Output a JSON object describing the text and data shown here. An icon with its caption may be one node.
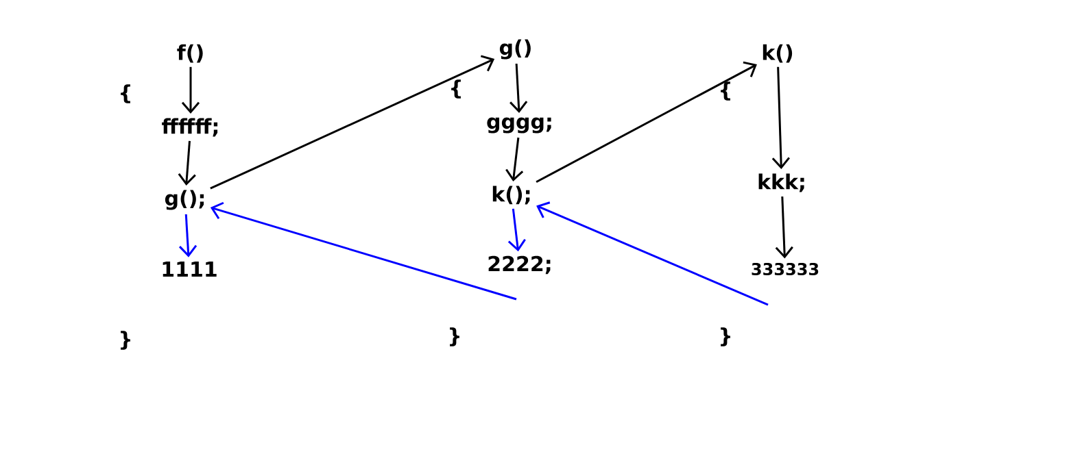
{
  "diagram": {
    "nodes": [
      {
        "text": [
          "f()"
        ]
      },
      {
        "text": [
          "ffffff;"
        ]
      },
      {
        "text": [
          "g();"
        ]
      },
      {
        "text": [
          "1111"
        ]
      },
      {
        "text": [
          "g()"
        ]
      },
      {
        "text": [
          "gggg;"
        ]
      },
      {
        "text": [
          "k();"
        ]
      },
      {
        "text": [
          "2222;"
        ]
      },
      {
        "text": [
          "k()"
        ]
      },
      {
        "text": [
          "kkk;"
        ]
      },
      {
        "text": [
          "333333"
        ]
      }
    ],
    "edges": [
      {
        "from": 0,
        "to": 1,
        "arrow": "to"
      },
      {
        "from": 1,
        "to": 2,
        "arrow": "to"
      },
      {
        "from": 2,
        "to": 4,
        "arrow": "to"
      },
      {
        "from": 2,
        "to": 3,
        "arrow": "to",
        "color": "#0000ff"
      },
      {
        "from": 4,
        "to": 5,
        "arrow": "to"
      },
      {
        "from": 5,
        "to": 6,
        "arrow": "to"
      },
      {
        "from": 6,
        "to": 8,
        "arrow": "to"
      },
      {
        "from": 6,
        "to": 7,
        "arrow": "to",
        "color": "#0000ff"
      },
      {
        "from": 8,
        "to": 9,
        "arrow": "to"
      },
      {
        "from": 9,
        "to": 10,
        "arrow": "to"
      },
      {
        "from": null,
        "to": 2,
        "arrow": "to",
        "color": "#0000ff"
      },
      {
        "from": null,
        "to": 6,
        "arrow": "to",
        "color": "#0000ff"
      }
    ],
    "labels": [
      "{",
      "}",
      "{",
      "}",
      "{",
      "}"
    ]
  }
}
